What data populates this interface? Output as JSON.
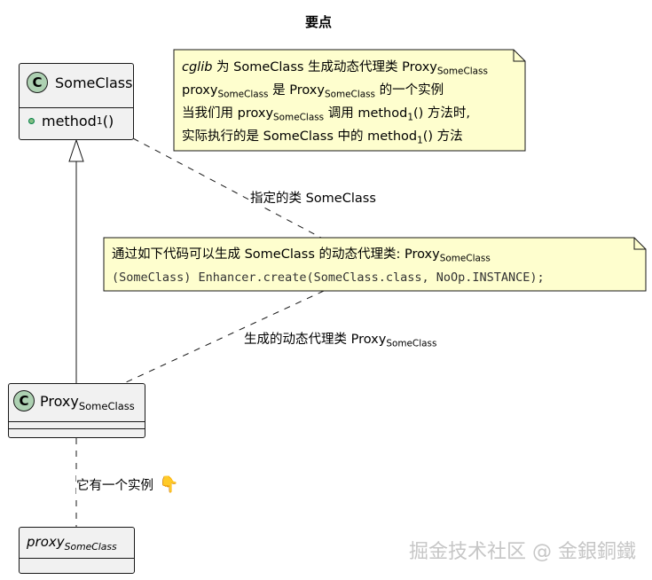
{
  "title": "要点",
  "some_class": {
    "stereotype_letter": "C",
    "name": "SomeClass",
    "method": {
      "name": "method",
      "index": "1",
      "suffix": "()"
    }
  },
  "proxy_class": {
    "stereotype_letter": "C",
    "name": "Proxy",
    "subscript": "SomeClass"
  },
  "proxy_instance": {
    "name": "proxy",
    "subscript": "SomeClass"
  },
  "note_top": {
    "l1_a": "cglib",
    "l1_b": " 为 SomeClass 生成动态代理类 Proxy",
    "l1_sub": "SomeClass",
    "l2_a": "proxy",
    "l2_sub1": "SomeClass",
    "l2_b": " 是 Proxy",
    "l2_sub2": "SomeClass",
    "l2_c": " 的一个实例",
    "l3_a": "当我们用 proxy",
    "l3_sub": "SomeClass",
    "l3_b": " 调用 method",
    "l3_idx": "1",
    "l3_c": "() 方法时,",
    "l4_a": "实际执行的是 SomeClass 中的 method",
    "l4_idx": "1",
    "l4_b": "() 方法"
  },
  "note_mid": {
    "l1_a": "通过如下代码可以生成 SomeClass 的动态代理类: Proxy",
    "l1_sub": "SomeClass",
    "code": "(SomeClass) Enhancer.create(SomeClass.class, NoOp.INSTANCE);"
  },
  "edge_labels": {
    "specified": "指定的类 SomeClass",
    "generated_a": "生成的动态代理类 Proxy",
    "generated_sub": "SomeClass",
    "instance": "它有一个实例",
    "instance_icon": "👇"
  },
  "watermark": "掘金技术社区 @ 金銀銅鐵",
  "colors": {
    "class_fill": "#f1f1f1",
    "class_circle": "#add1b2",
    "note_fill": "#fefece",
    "border": "#181818",
    "method_dot": "#84be84"
  }
}
